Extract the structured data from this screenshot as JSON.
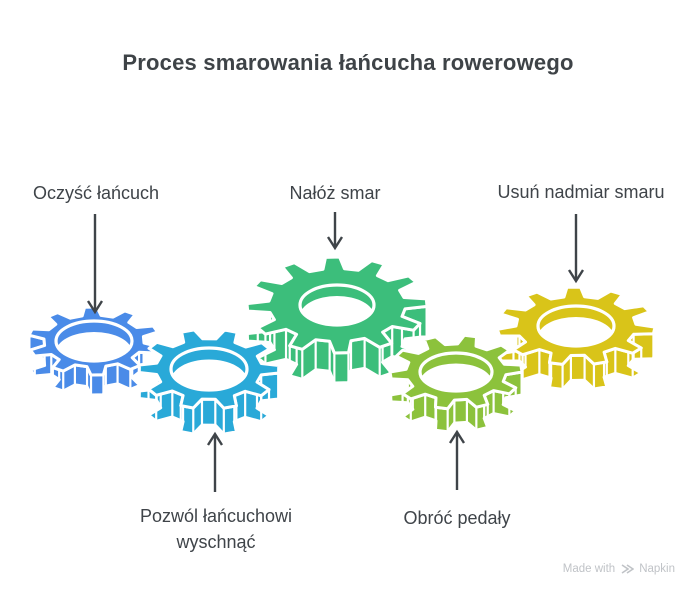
{
  "title": "Proces smarowania łańcucha rowerowego",
  "steps": [
    {
      "label": "Oczyść łańcuch",
      "color": "#4A8BE8",
      "label_position": "top"
    },
    {
      "label": "Pozwól łańcuchowi wyschnąć",
      "color": "#29A9D8",
      "label_position": "bottom"
    },
    {
      "label": "Nałóż smar",
      "color": "#3CBE7B",
      "label_position": "top"
    },
    {
      "label": "Obróć pedały",
      "color": "#8CC23C",
      "label_position": "bottom"
    },
    {
      "label": "Usuń nadmiar smaru",
      "color": "#D9C419",
      "label_position": "top"
    }
  ],
  "palette": {
    "background": "#FFFFFF",
    "text": "#3F4449",
    "title_text": "#3E4347",
    "arrow": "#3F4449",
    "watermark": "#C0C3C7"
  },
  "watermark": {
    "prefix": "Made with",
    "brand": "Napkin",
    "icon": "napkin-chevrons-icon"
  }
}
